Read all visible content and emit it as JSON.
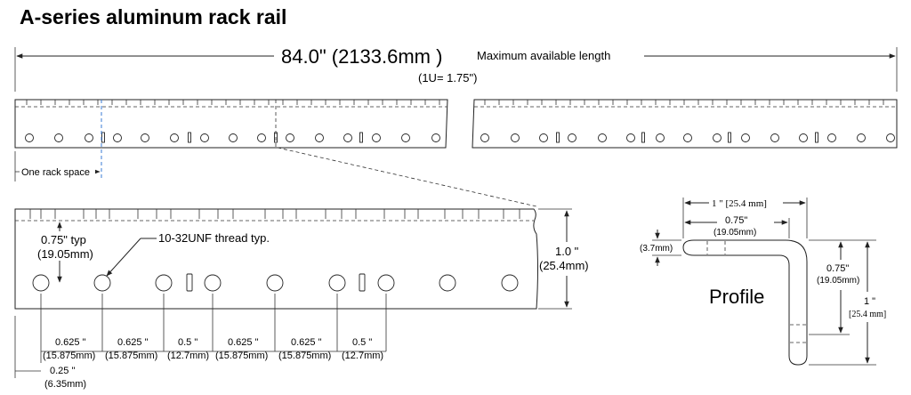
{
  "title": "A-series aluminum rack rail",
  "overall_length": {
    "value": "84.0\" (2133.6mm )",
    "note": "Maximum available length",
    "unit_note": "(1U= 1.75\")"
  },
  "rack_space_label": "One rack space",
  "detail": {
    "typ_vertical": "0.75\" typ",
    "typ_vertical_mm": "(19.05mm)",
    "thread_label": "10-32UNF thread typ.",
    "height": "1.0 \"",
    "height_mm": "(25.4mm)",
    "spacing": [
      {
        "in": "0.625 \"",
        "mm": "(15.875mm)"
      },
      {
        "in": "0.625 \"",
        "mm": "(15.875mm)"
      },
      {
        "in": "0.5 \"",
        "mm": "(12.7mm)"
      },
      {
        "in": "0.625 \"",
        "mm": "(15.875mm)"
      },
      {
        "in": "0.625 \"",
        "mm": "(15.875mm)"
      },
      {
        "in": "0.5 \"",
        "mm": "(12.7mm)"
      }
    ],
    "edge_offset": "0.25 \"",
    "edge_offset_mm": "(6.35mm)"
  },
  "profile": {
    "label": "Profile",
    "width": "1 \" [25.4 mm]",
    "flange": "0.75\"",
    "flange_mm": "(19.05mm)",
    "thickness_mm": "(3.7mm)",
    "vertical": "0.75\"",
    "vertical_mm": "(19.05mm)",
    "height": "1 \"",
    "height_mm": "[25.4 mm]"
  }
}
